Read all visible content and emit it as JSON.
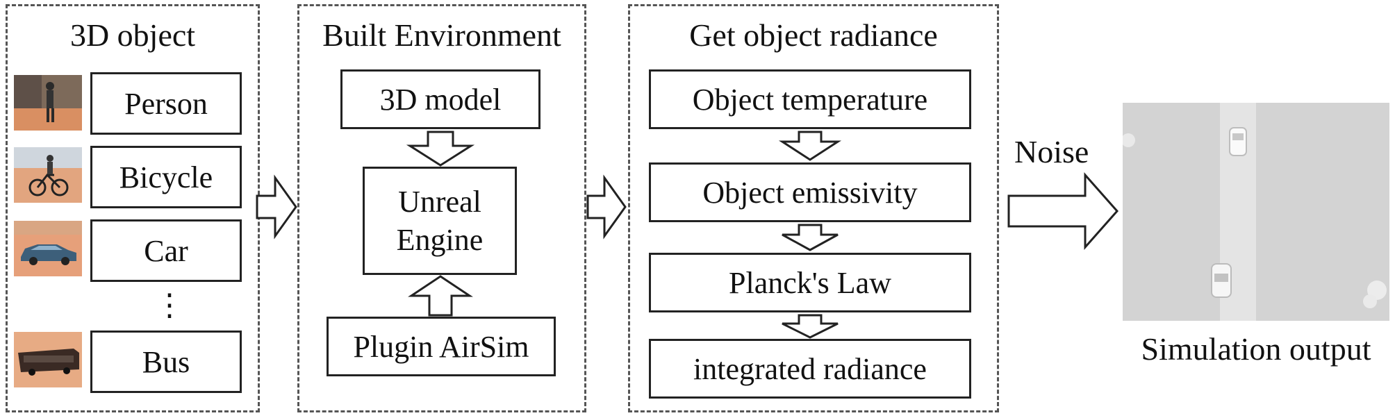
{
  "panels": {
    "objects": {
      "title": "3D object",
      "items": [
        "Person",
        "Bicycle",
        "Car",
        "⋮",
        "Bus"
      ]
    },
    "environment": {
      "title": "Built Environment",
      "model": "3D model",
      "engine_line1": "Unreal",
      "engine_line2": "Engine",
      "plugin": "Plugin AirSim"
    },
    "radiance": {
      "title": "Get object radiance",
      "steps": [
        "Object temperature",
        "Object emissivity",
        "Planck's Law",
        "integrated radiance"
      ]
    }
  },
  "noise_label": "Noise",
  "output_label": "Simulation output",
  "icons": {
    "thumbnails": [
      "person-photo-icon",
      "bicycle-photo-icon",
      "car-photo-icon",
      "bus-photo-icon"
    ],
    "arrows": [
      "hollow-right-arrow-icon",
      "hollow-down-arrow-icon",
      "hollow-up-arrow-icon"
    ]
  },
  "colors": {
    "border": "#222222",
    "dashed": "#555555",
    "sim_background": "#d4d4d4",
    "sim_road": "#e6e6e6",
    "thumb_ground": "#e0a27a"
  }
}
